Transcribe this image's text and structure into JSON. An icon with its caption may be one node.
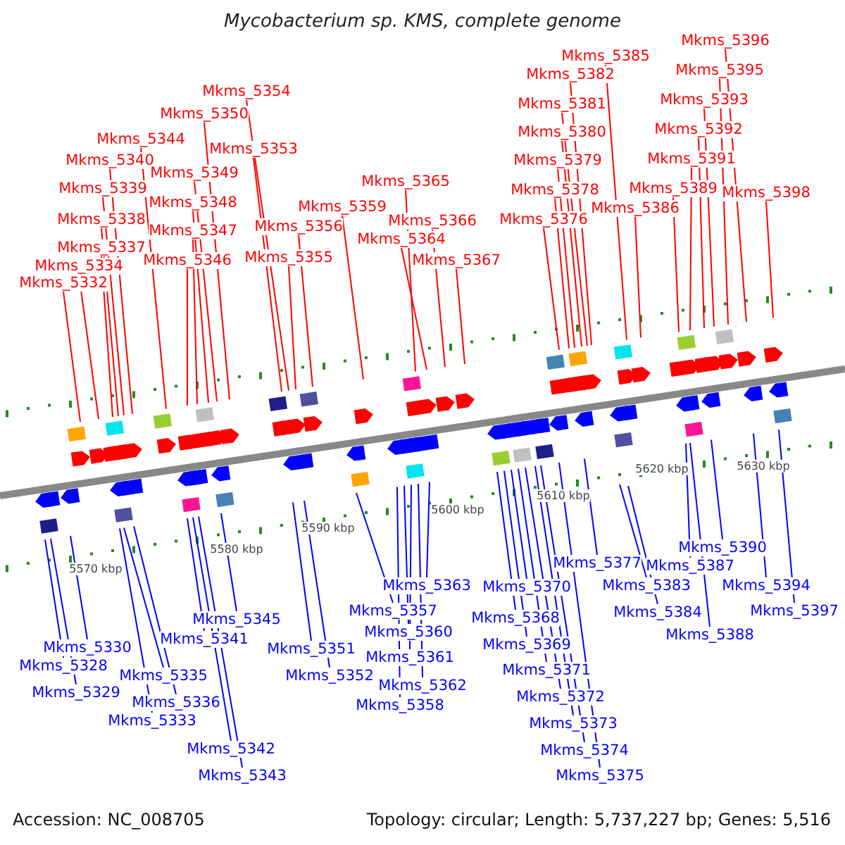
{
  "diagram": {
    "title": "Mycobacterium sp. KMS, complete genome",
    "nodes": [
      {
        "text": [
          "Mkms_5332"
        ]
      },
      {
        "text": [
          "Mkms_5334"
        ]
      },
      {
        "text": [
          "Mkms_5337"
        ]
      },
      {
        "text": [
          "Mkms_5338"
        ]
      },
      {
        "text": [
          "Mkms_5339"
        ]
      },
      {
        "text": [
          "Mkms_5340"
        ]
      },
      {
        "text": [
          "Mkms_5344"
        ]
      },
      {
        "text": [
          "Mkms_5346"
        ]
      },
      {
        "text": [
          "Mkms_5347"
        ]
      },
      {
        "text": [
          "Mkms_5348"
        ]
      },
      {
        "text": [
          "Mkms_5349"
        ]
      },
      {
        "text": [
          "Mkms_5350"
        ]
      },
      {
        "text": [
          "Mkms_5353"
        ]
      },
      {
        "text": [
          "Mkms_5354"
        ]
      },
      {
        "text": [
          "Mkms_5355"
        ]
      },
      {
        "text": [
          "Mkms_5356"
        ]
      },
      {
        "text": [
          "Mkms_5359"
        ]
      },
      {
        "text": [
          "Mkms_5364"
        ]
      },
      {
        "text": [
          "Mkms_5365"
        ]
      },
      {
        "text": [
          "Mkms_5366"
        ]
      },
      {
        "text": [
          "Mkms_5367"
        ]
      },
      {
        "text": [
          "Mkms_5376"
        ]
      },
      {
        "text": [
          "Mkms_5378"
        ]
      },
      {
        "text": [
          "Mkms_5379"
        ]
      },
      {
        "text": [
          "Mkms_5380"
        ]
      },
      {
        "text": [
          "Mkms_5381"
        ]
      },
      {
        "text": [
          "Mkms_5382"
        ]
      },
      {
        "text": [
          "Mkms_5385"
        ]
      },
      {
        "text": [
          "Mkms_5386"
        ]
      },
      {
        "text": [
          "Mkms_5389"
        ]
      },
      {
        "text": [
          "Mkms_5391"
        ]
      },
      {
        "text": [
          "Mkms_5392"
        ]
      },
      {
        "text": [
          "Mkms_5393"
        ]
      },
      {
        "text": [
          "Mkms_5395"
        ]
      },
      {
        "text": [
          "Mkms_5396"
        ]
      },
      {
        "text": [
          "Mkms_5398"
        ]
      },
      {
        "text": [
          "Mkms_5328"
        ]
      },
      {
        "text": [
          "Mkms_5329"
        ]
      },
      {
        "text": [
          "Mkms_5330"
        ]
      },
      {
        "text": [
          "Mkms_5333"
        ]
      },
      {
        "text": [
          "Mkms_5335"
        ]
      },
      {
        "text": [
          "Mkms_5336"
        ]
      },
      {
        "text": [
          "Mkms_5341"
        ]
      },
      {
        "text": [
          "Mkms_5342"
        ]
      },
      {
        "text": [
          "Mkms_5343"
        ]
      },
      {
        "text": [
          "Mkms_5345"
        ]
      },
      {
        "text": [
          "Mkms_5351"
        ]
      },
      {
        "text": [
          "Mkms_5352"
        ]
      },
      {
        "text": [
          "Mkms_5357"
        ]
      },
      {
        "text": [
          "Mkms_5358"
        ]
      },
      {
        "text": [
          "Mkms_5360"
        ]
      },
      {
        "text": [
          "Mkms_5361"
        ]
      },
      {
        "text": [
          "Mkms_5362"
        ]
      },
      {
        "text": [
          "Mkms_5363"
        ]
      },
      {
        "text": [
          "Mkms_5368"
        ]
      },
      {
        "text": [
          "Mkms_5369"
        ]
      },
      {
        "text": [
          "Mkms_5370"
        ]
      },
      {
        "text": [
          "Mkms_5371"
        ]
      },
      {
        "text": [
          "Mkms_5372"
        ]
      },
      {
        "text": [
          "Mkms_5373"
        ]
      },
      {
        "text": [
          "Mkms_5374"
        ]
      },
      {
        "text": [
          "Mkms_5375"
        ]
      },
      {
        "text": [
          "Mkms_5377"
        ]
      },
      {
        "text": [
          "Mkms_5383"
        ]
      },
      {
        "text": [
          "Mkms_5384"
        ]
      },
      {
        "text": [
          "Mkms_5387"
        ]
      },
      {
        "text": [
          "Mkms_5388"
        ]
      },
      {
        "text": [
          "Mkms_5390"
        ]
      },
      {
        "text": [
          "Mkms_5394"
        ]
      },
      {
        "text": [
          "Mkms_5397"
        ]
      }
    ],
    "edges": [
      {
        "from": 0,
        "to": null,
        "arrow": "none",
        "color": "#ff0000"
      },
      {
        "from": 1,
        "to": null,
        "arrow": "none",
        "color": "#ff0000"
      },
      {
        "from": 2,
        "to": null,
        "arrow": "none",
        "color": "#ff0000"
      },
      {
        "from": 3,
        "to": null,
        "arrow": "none",
        "color": "#ff0000"
      },
      {
        "from": 4,
        "to": null,
        "arrow": "none",
        "color": "#ff0000"
      },
      {
        "from": 5,
        "to": null,
        "arrow": "none",
        "color": "#ff0000"
      },
      {
        "from": 6,
        "to": null,
        "arrow": "none",
        "color": "#ff0000"
      },
      {
        "from": 7,
        "to": null,
        "arrow": "none",
        "color": "#ff0000"
      },
      {
        "from": 8,
        "to": null,
        "arrow": "none",
        "color": "#ff0000"
      },
      {
        "from": 9,
        "to": null,
        "arrow": "none",
        "color": "#ff0000"
      },
      {
        "from": 10,
        "to": null,
        "arrow": "none",
        "color": "#ff0000"
      },
      {
        "from": 11,
        "to": null,
        "arrow": "none",
        "color": "#ff0000"
      },
      {
        "from": 12,
        "to": null,
        "arrow": "none",
        "color": "#ff0000"
      },
      {
        "from": 13,
        "to": null,
        "arrow": "none",
        "color": "#ff0000"
      },
      {
        "from": 14,
        "to": null,
        "arrow": "none",
        "color": "#ff0000"
      },
      {
        "from": 15,
        "to": null,
        "arrow": "none",
        "color": "#ff0000"
      },
      {
        "from": 16,
        "to": null,
        "arrow": "none",
        "color": "#ff0000"
      },
      {
        "from": 17,
        "to": null,
        "arrow": "none",
        "color": "#ff0000"
      },
      {
        "from": 18,
        "to": null,
        "arrow": "none",
        "color": "#ff0000"
      },
      {
        "from": 19,
        "to": null,
        "arrow": "none",
        "color": "#ff0000"
      },
      {
        "from": 20,
        "to": null,
        "arrow": "none",
        "color": "#ff0000"
      },
      {
        "from": 21,
        "to": null,
        "arrow": "none",
        "color": "#ff0000"
      },
      {
        "from": 22,
        "to": null,
        "arrow": "none",
        "color": "#ff0000"
      },
      {
        "from": 23,
        "to": null,
        "arrow": "none",
        "color": "#ff0000"
      },
      {
        "from": 24,
        "to": null,
        "arrow": "none",
        "color": "#ff0000"
      },
      {
        "from": 25,
        "to": null,
        "arrow": "none",
        "color": "#ff0000"
      },
      {
        "from": 26,
        "to": null,
        "arrow": "none",
        "color": "#ff0000"
      },
      {
        "from": 27,
        "to": null,
        "arrow": "none",
        "color": "#ff0000"
      },
      {
        "from": 28,
        "to": null,
        "arrow": "none",
        "color": "#ff0000"
      },
      {
        "from": 29,
        "to": null,
        "arrow": "none",
        "color": "#ff0000"
      },
      {
        "from": 30,
        "to": null,
        "arrow": "none",
        "color": "#ff0000"
      },
      {
        "from": 31,
        "to": null,
        "arrow": "none",
        "color": "#ff0000"
      },
      {
        "from": 32,
        "to": null,
        "arrow": "none",
        "color": "#ff0000"
      },
      {
        "from": 33,
        "to": null,
        "arrow": "none",
        "color": "#ff0000"
      },
      {
        "from": 34,
        "to": null,
        "arrow": "none",
        "color": "#ff0000"
      },
      {
        "from": 35,
        "to": null,
        "arrow": "none",
        "color": "#ff0000"
      },
      {
        "from": 36,
        "to": null,
        "arrow": "none",
        "color": "#0000ff"
      },
      {
        "from": 37,
        "to": null,
        "arrow": "none",
        "color": "#0000ff"
      },
      {
        "from": 38,
        "to": null,
        "arrow": "none",
        "color": "#0000ff"
      },
      {
        "from": 39,
        "to": null,
        "arrow": "none",
        "color": "#0000ff"
      },
      {
        "from": 40,
        "to": null,
        "arrow": "none",
        "color": "#0000ff"
      },
      {
        "from": 41,
        "to": null,
        "arrow": "none",
        "color": "#0000ff"
      },
      {
        "from": 42,
        "to": null,
        "arrow": "none",
        "color": "#0000ff"
      },
      {
        "from": 43,
        "to": null,
        "arrow": "none",
        "color": "#0000ff"
      },
      {
        "from": 44,
        "to": null,
        "arrow": "none",
        "color": "#0000ff"
      },
      {
        "from": 45,
        "to": null,
        "arrow": "none",
        "color": "#0000ff"
      },
      {
        "from": 46,
        "to": null,
        "arrow": "none",
        "color": "#0000ff"
      },
      {
        "from": 47,
        "to": null,
        "arrow": "none",
        "color": "#0000ff"
      },
      {
        "from": 48,
        "to": null,
        "arrow": "none",
        "color": "#0000ff"
      },
      {
        "from": 49,
        "to": null,
        "arrow": "none",
        "color": "#0000ff"
      },
      {
        "from": 50,
        "to": null,
        "arrow": "none",
        "color": "#0000ff"
      },
      {
        "from": 51,
        "to": null,
        "arrow": "none",
        "color": "#0000ff"
      },
      {
        "from": 52,
        "to": null,
        "arrow": "none",
        "color": "#0000ff"
      },
      {
        "from": 53,
        "to": null,
        "arrow": "none",
        "color": "#0000ff"
      },
      {
        "from": 54,
        "to": null,
        "arrow": "none",
        "color": "#0000ff"
      },
      {
        "from": 55,
        "to": null,
        "arrow": "none",
        "color": "#0000ff"
      },
      {
        "from": 56,
        "to": null,
        "arrow": "none",
        "color": "#0000ff"
      },
      {
        "from": 57,
        "to": null,
        "arrow": "none",
        "color": "#0000ff"
      },
      {
        "from": 58,
        "to": null,
        "arrow": "none",
        "color": "#0000ff"
      },
      {
        "from": 59,
        "to": null,
        "arrow": "none",
        "color": "#0000ff"
      },
      {
        "from": 60,
        "to": null,
        "arrow": "none",
        "color": "#0000ff"
      },
      {
        "from": 61,
        "to": null,
        "arrow": "none",
        "color": "#0000ff"
      },
      {
        "from": 62,
        "to": null,
        "arrow": "none",
        "color": "#0000ff"
      },
      {
        "from": 63,
        "to": null,
        "arrow": "none",
        "color": "#0000ff"
      },
      {
        "from": 64,
        "to": null,
        "arrow": "none",
        "color": "#0000ff"
      },
      {
        "from": 65,
        "to": null,
        "arrow": "none",
        "color": "#0000ff"
      },
      {
        "from": 66,
        "to": null,
        "arrow": "none",
        "color": "#0000ff"
      },
      {
        "from": 67,
        "to": null,
        "arrow": "none",
        "color": "#0000ff"
      },
      {
        "from": 68,
        "to": null,
        "arrow": "none",
        "color": "#0000ff"
      },
      {
        "from": 69,
        "to": null,
        "arrow": "none",
        "color": "#0000ff"
      }
    ],
    "labels": [
      "5570 kbp",
      "5580 kbp",
      "5590 kbp",
      "5600 kbp",
      "5610 kbp",
      "5620 kbp",
      "5630 kbp",
      "Accession: NC_008705",
      "Topology: circular; Length: 5,737,227 bp; Genes: 5,516"
    ]
  }
}
